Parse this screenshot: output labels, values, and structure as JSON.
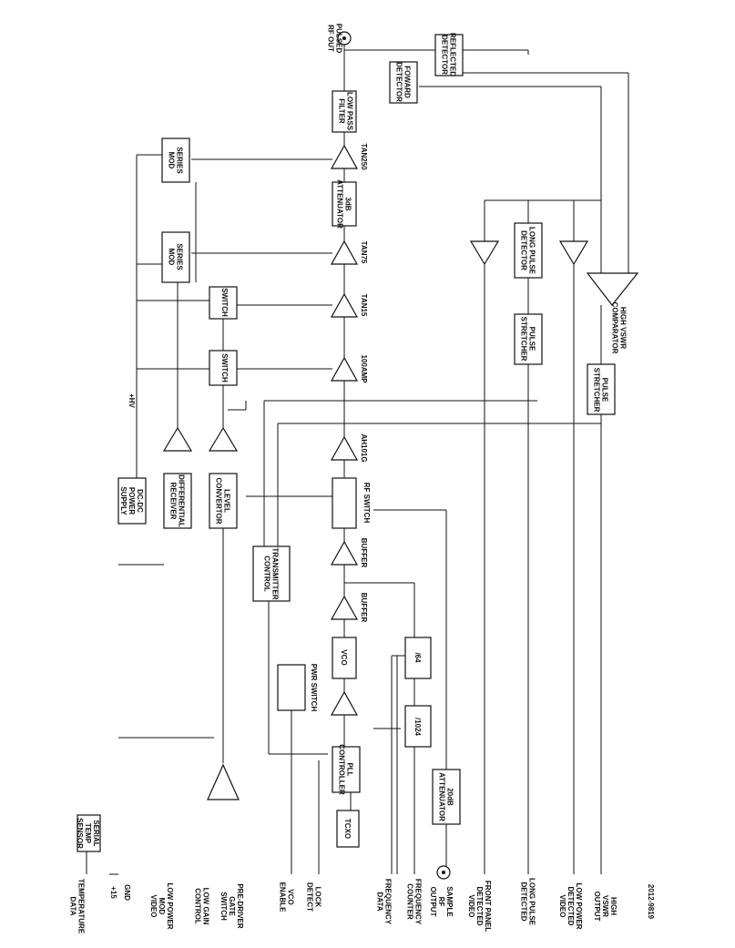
{
  "blocks": {
    "lpf": "LOW PASS\nFILTER",
    "fwd": "FOWARD\nDETECTOR",
    "refl": "REFLECTED\nDETECTOR",
    "seriesmod1": "SERIES\nMOD",
    "seriesmod2": "SERIES\nMOD",
    "att3db": "3dB\nATTENUATOR",
    "switch1": "SWITCH",
    "switch2": "SWITCH",
    "longpulse": "LONG PULSE\nDETECTOR",
    "pulsestretch1": "PULSE\nSTRETCHER",
    "pulsestretch2": "PULSE\nSTRETCHER",
    "dcdc": "DC-DC\nPOWER\nSUPPLY",
    "diffrx": "DIFFERENTIAL\nRECEIVER",
    "levelconv": "LEVEL\nCONVERTOR",
    "rfswitch": "RF SWITCH",
    "txctrl": "TRANSMITTER\nCONTROL",
    "div64a": "/64",
    "div64b": "/1024",
    "vco": "VCO",
    "pwrswitch": "PWR SWITCH",
    "pll": "PLL\nCONTROLLER",
    "tcxo": "TCXO",
    "att20db": "20dB\nATTENUATOR",
    "serialtemp": "SERIAL\nTEMP\nSENSOR"
  },
  "amps": {
    "tan250": "TAN250",
    "tan75": "TAN75",
    "tan15": "TAN15",
    "amp100": "100AMP",
    "ah101g": "AH101G",
    "buffer1": "BUFFER",
    "buffer2": "BUFFER",
    "highvswr": "HIGH VSWR\nCOMPARATOR"
  },
  "signals": {
    "pulsedrf": "PULSED\nRF OUT",
    "hv": "+HV",
    "temp": "TEMPERATURE\nDATA",
    "p15": "+15",
    "gnd": "GND",
    "lowpower": "LOW POWER\nMOD\nVIDEO",
    "lowgain": "LOW GAIN\nCONTROL",
    "prechirp": "PRE-DRIVER\nGATE\nSWITCH",
    "vcoenable": "VCO\nENABLE",
    "lockdetect": "LOCK\nDETECT",
    "freqdata": "FREQUENCY\nDATA",
    "freqcounter": "FREQUENCY\nCOUNTER",
    "sampleout": "SAMPLE\nRF\nOUTPUT",
    "frontpanel": "FRONT PANEL\nDETECTED\nVIDEO",
    "longpulsedet": "LONG PULSE\nDETECTED",
    "lowpower2": "LOW POWER\nDETECTED\nVIDEO",
    "highvswrout": "HIGH\nVSWR\nOUTPUT",
    "figcode": "2012-9819"
  }
}
